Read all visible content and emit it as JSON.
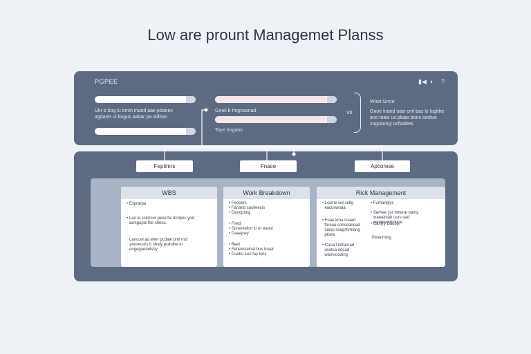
{
  "title": "Low are prount Managemet Planss",
  "top_panel": {
    "tag": "PGPEE",
    "side_label": "",
    "controls": [
      "▮◀",
      "◐",
      "?"
    ],
    "left_text": [
      "Ukr b bog lu bmin mand aae pöanes",
      "agdarer ui bugus aabar pa oldhan"
    ],
    "middle_label_1": "Gnok b fmgnsanad",
    "middle_label_2": "Toye hngans",
    "arrow_label": "Vb",
    "right_heading": "Wnet Gmre",
    "right_text": [
      "Gnoe krand oasi cml bas le logkhe",
      "ano toasi us pluao bons sootue",
      "cngcaonyj ocfsalkes"
    ]
  },
  "bottom_panel": {
    "side_label": "",
    "nodes": [
      "Feplimrs",
      "Fnace",
      "Apcorese"
    ],
    "cards": [
      {
        "heading": "WBS",
        "items": [
          "• Esprarpa",
          "• Lao la cslnrser piesr fle dcdpns yod\n  axmgople lhe sheus.",
          "Lanccel ad eher pcdale bmi rnd\namowcars b sbaly pcdulbe lo\nengegaenelshy"
        ]
      },
      {
        "heading": "Work Breakdown",
        "items": [
          "• Feeeers\n• Fanand sooileecis\n• Dandpnng",
          "• Fned\n• Scnemeibrt lu er eaost\n• Daaapwy",
          "• Beel\n• Fenemseinal bus braat\n• Cunbs lucr fay lsns"
        ]
      },
      {
        "heading": "Rick Management",
        "items": [
          "• Lcsme wd sellg\n  eacuewsaa",
          "• Fuae kma csaad\n  fnreau conseanoad\n  luesp snagrhrmang\n  ptoea",
          "• Cuua l ioftanrad\n  osotsa odsad\n  wamsoooing",
          "• Furhanglys",
          "• Serhee ysr bmone oamy\n  maeaimab ours oad\n  aamuwunh tnge",
          "• Caxlyy Dddby",
          "Pwanmiog"
        ]
      }
    ]
  }
}
